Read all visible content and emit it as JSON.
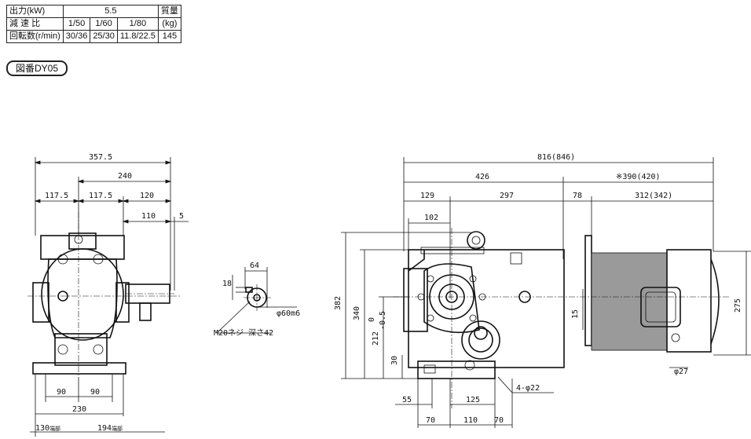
{
  "spec_table": {
    "output_label": "出力(kW)",
    "output_value": "5.5",
    "weight_label": "質量",
    "ratio_label": "減 速 比",
    "ratios": [
      "1/50",
      "1/60",
      "1/80"
    ],
    "weight_unit": "(kg)",
    "speed_label": "回転数(r/min)",
    "speeds": [
      "30/36",
      "25/30",
      "11.8/22.5"
    ],
    "weight_value": "145"
  },
  "drawing_no": "図番DY05",
  "front_view": {
    "dims": [
      "357.5",
      "240",
      "117.5",
      "117.5",
      "120",
      "110",
      "5",
      "90",
      "90",
      "230",
      "130",
      "194"
    ],
    "note_130": "端部",
    "note_194": "端部"
  },
  "shaft_view": {
    "dims": [
      "64",
      "18",
      "φ60m6"
    ],
    "note": "M20ネジ 深さ42"
  },
  "side_view": {
    "dims_top": [
      "816(846)",
      "426",
      "※390(420)",
      "129",
      "297",
      "78",
      "312(342)",
      "102"
    ],
    "dims_left": [
      "382",
      "340",
      "212",
      "0",
      "-0.5",
      "30"
    ],
    "dims_bottom": [
      "55",
      "125",
      "70",
      "110",
      "70"
    ],
    "dims_right": [
      "275",
      "15",
      "φ27"
    ],
    "hole_note": "4-φ22"
  }
}
